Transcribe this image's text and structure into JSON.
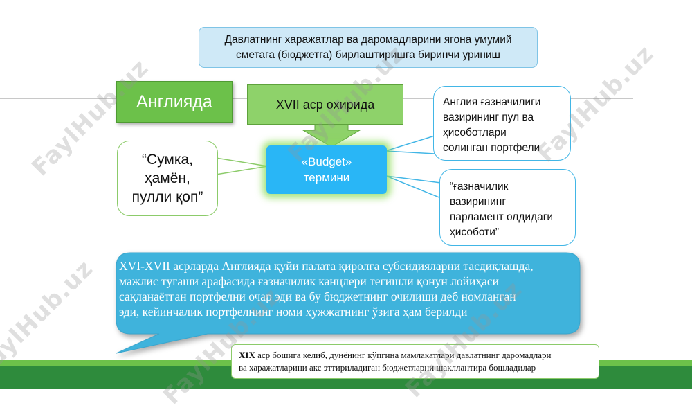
{
  "top_box": {
    "line1": "Давлатнинг харажатлар ва даромадларини ягона умумий",
    "line2": "сметага (бюджетга) бирлаштиришга биринчи уриниш"
  },
  "country_label": "Англияда",
  "period_label": "XVII аср охирида",
  "budget_term": {
    "line1": "«Budget»",
    "line2": "термини"
  },
  "left_callout": {
    "line1": "“Сумка,",
    "line2": "ҳамён,",
    "line3": "пулли қоп”"
  },
  "right_callout_1": {
    "line1": "Англия ғазначилиги",
    "line2": "вазирининг пул ва",
    "line3": "ҳисоботлари",
    "line4": "солинган портфели"
  },
  "right_callout_2": {
    "line1": "“ғазначилик",
    "line2": "вазирининг",
    "line3": "парламент олдидаги",
    "line4": "ҳисоботи”"
  },
  "history_text": {
    "line1": "XVI-XVII асрларда Англияда қуйи палата қиролга субсидияларни тасдиқлашда,",
    "line2": "мажлис тугаши арафасида ғазначилик канцлери тегишли қонун лойиҳаси",
    "line3": "сақланаётган портфелни очар эди ва бу бюджетнинг очилиши деб номланган",
    "line4": "эди, кейинчалик портфелнинг номи ҳужжатнинг ўзига ҳам берилди"
  },
  "bottom_note": {
    "bold": "XIX",
    "line1_rest": " аср бошига келиб, дунёнинг кўпгина мамлакатлари давлатнинг даромадлари",
    "line2": "ва харажатларини акс эттириладиган бюджетларни шакллантира бошладилар"
  },
  "watermark": "FaylHub.uz",
  "colors": {
    "green": "#6cc14a",
    "light_green": "#8ed26a",
    "budget_blue": "#29b6f6",
    "top_box_fill": "#cfe9f7",
    "big_callout_fill": "#3fb3dc",
    "band_dark_green": "#2e8b3c"
  }
}
